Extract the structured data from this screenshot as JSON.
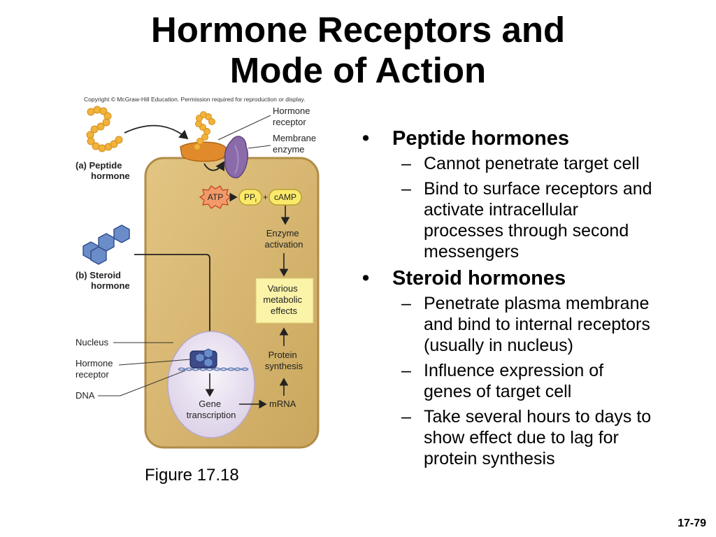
{
  "slide": {
    "title_line1": "Hormone Receptors and",
    "title_line2": "Mode of Action",
    "page_number": "17-79",
    "figure_caption": "Figure 17.18"
  },
  "figure": {
    "copyright": "Copyright © McGraw-Hill Education. Permission required for reproduction or display.",
    "labels": {
      "hormone_receptor_top_1": "Hormone",
      "hormone_receptor_top_2": "receptor",
      "membrane_enzyme_1": "Membrane",
      "membrane_enzyme_2": "enzyme",
      "peptide_a": "(a) Peptide",
      "peptide_hormone": "hormone",
      "steroid_b": "(b) Steroid",
      "steroid_hormone": "hormone",
      "atp": "ATP",
      "ppi_main": "PP",
      "ppi_sub": "i",
      "plus": "+",
      "camp": "cAMP",
      "enzyme_1": "Enzyme",
      "enzyme_2": "activation",
      "various_1": "Various",
      "various_2": "metabolic",
      "various_3": "effects",
      "nucleus": "Nucleus",
      "hormone_receptor_left_1": "Hormone",
      "hormone_receptor_left_2": "receptor",
      "dna": "DNA",
      "protein_1": "Protein",
      "protein_2": "synthesis",
      "gene_1": "Gene",
      "gene_2": "transcription",
      "mrna": "mRNA"
    },
    "colors": {
      "cell_fill": "#d8b873",
      "cell_border": "#b89550",
      "bead": "#f2b33a",
      "receptor": "#e08a2c",
      "enzyme": "#8a6aa8",
      "nucleus": "#ece6f2",
      "yellow_box": "#fbf3a8",
      "steroid": "#6a8cc8"
    }
  },
  "bullets": [
    {
      "label": "Peptide hormones",
      "subs": [
        [
          "Cannot penetrate target cell"
        ],
        [
          "Bind to surface receptors and",
          "activate intracellular",
          "processes through second",
          "messengers"
        ]
      ]
    },
    {
      "label": "Steroid hormones",
      "subs": [
        [
          "Penetrate plasma membrane",
          "and bind to internal receptors",
          "(usually in nucleus)"
        ],
        [
          "Influence expression of",
          "genes of target cell"
        ],
        [
          "Take several hours to days to",
          "show effect due to lag for",
          "protein synthesis"
        ]
      ]
    }
  ],
  "markers": {
    "bullet": "•",
    "dash": "–"
  }
}
